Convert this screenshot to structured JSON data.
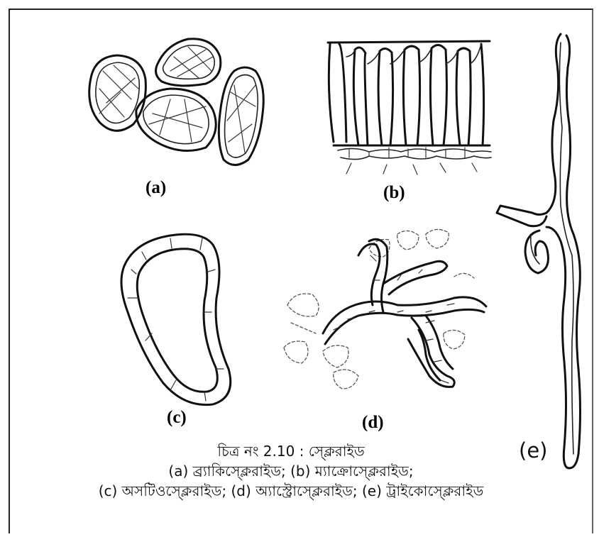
{
  "panels": {
    "a": "(a)",
    "b": "(b)",
    "c": "(c)",
    "d": "(d)",
    "e": "(e)"
  },
  "caption": {
    "title": "চিত্র নং 2.10 : স্ক্লেরাইড",
    "line2": "(a) ব্র্যাকিস্ক্লেরাইড;  (b) ম্যাক্রোস্ক্লেরাইড;",
    "line3": "(c) অসটিওস্ক্লেরাইড; (d) অ্যাস্ট্রোস্ক্লেরাইড; (e) ট্রাইকোস্ক্লেরাইড"
  }
}
